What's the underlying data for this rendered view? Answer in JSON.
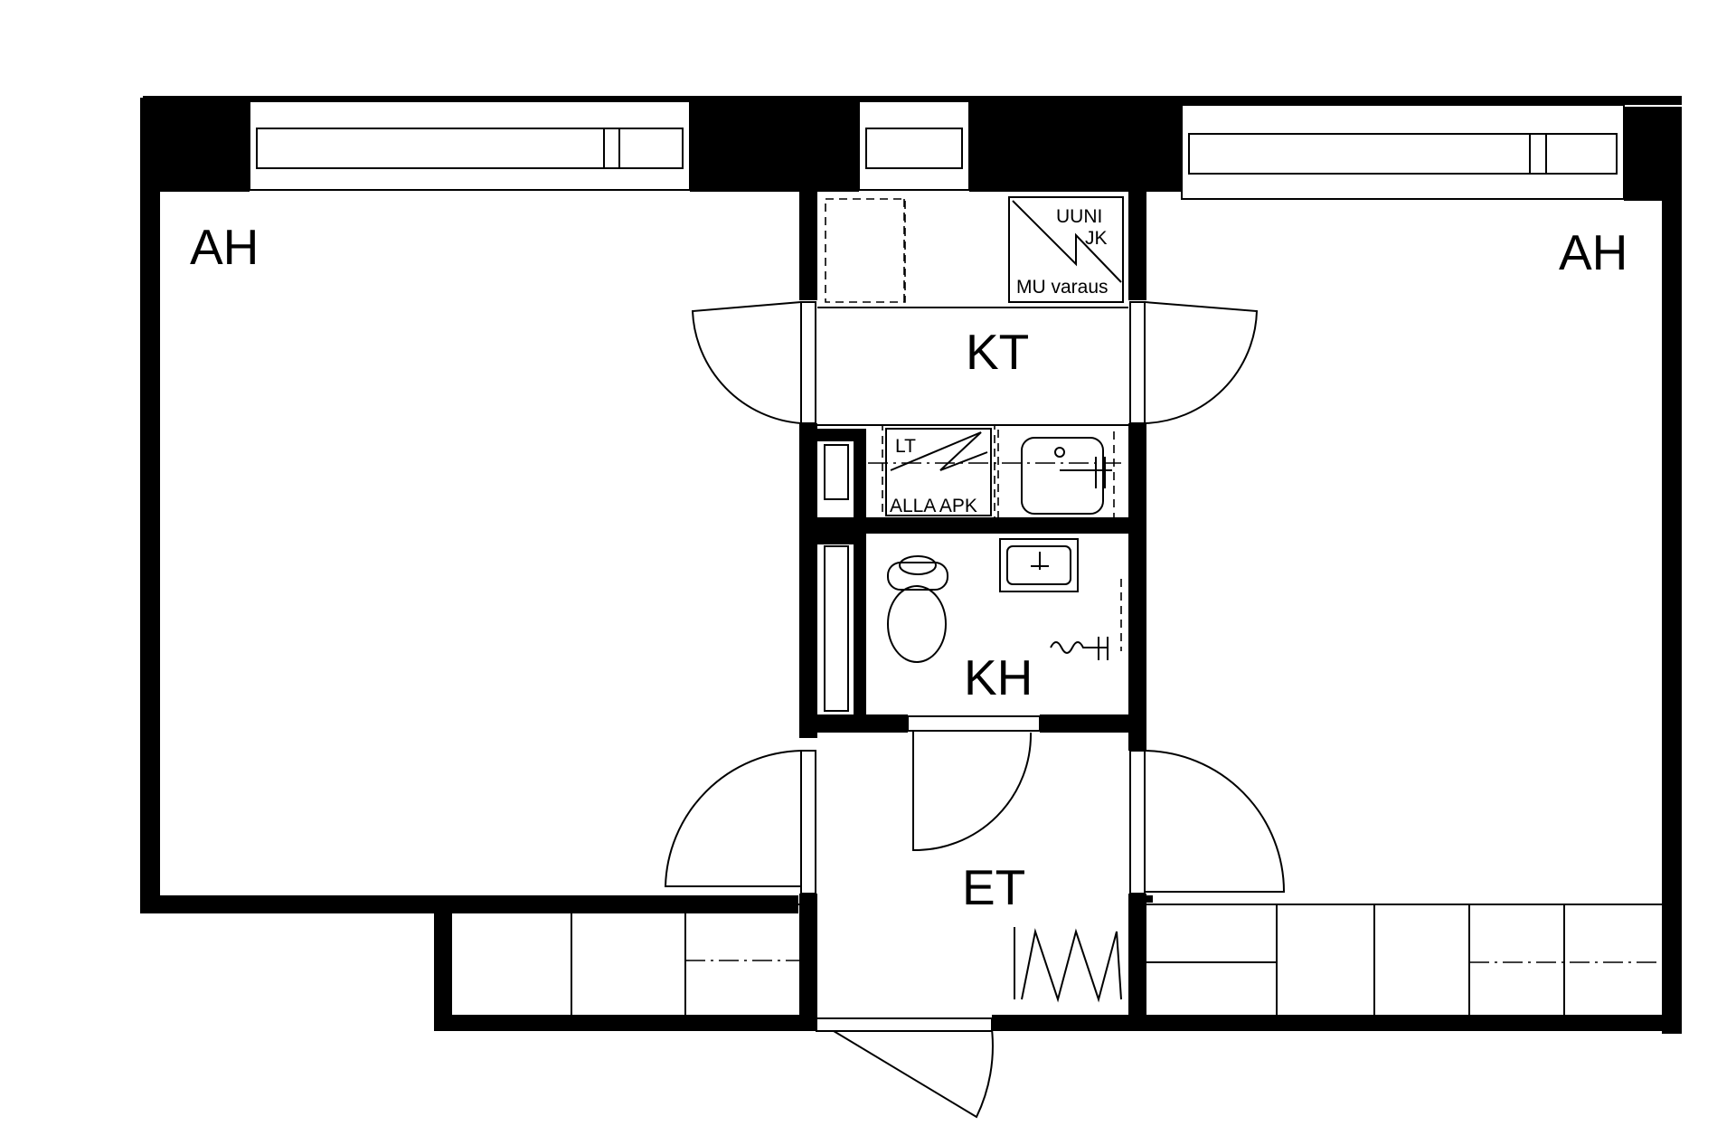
{
  "rooms": {
    "ah_left": "AH",
    "ah_right": "AH",
    "kt": "KT",
    "kh": "KH",
    "et": "ET"
  },
  "fixtures": {
    "oven_1": "UUNI",
    "oven_2": "JK",
    "oven_3": "MU varaus",
    "dishwasher_1": "LT",
    "dishwasher_2": "ALLA APK"
  }
}
